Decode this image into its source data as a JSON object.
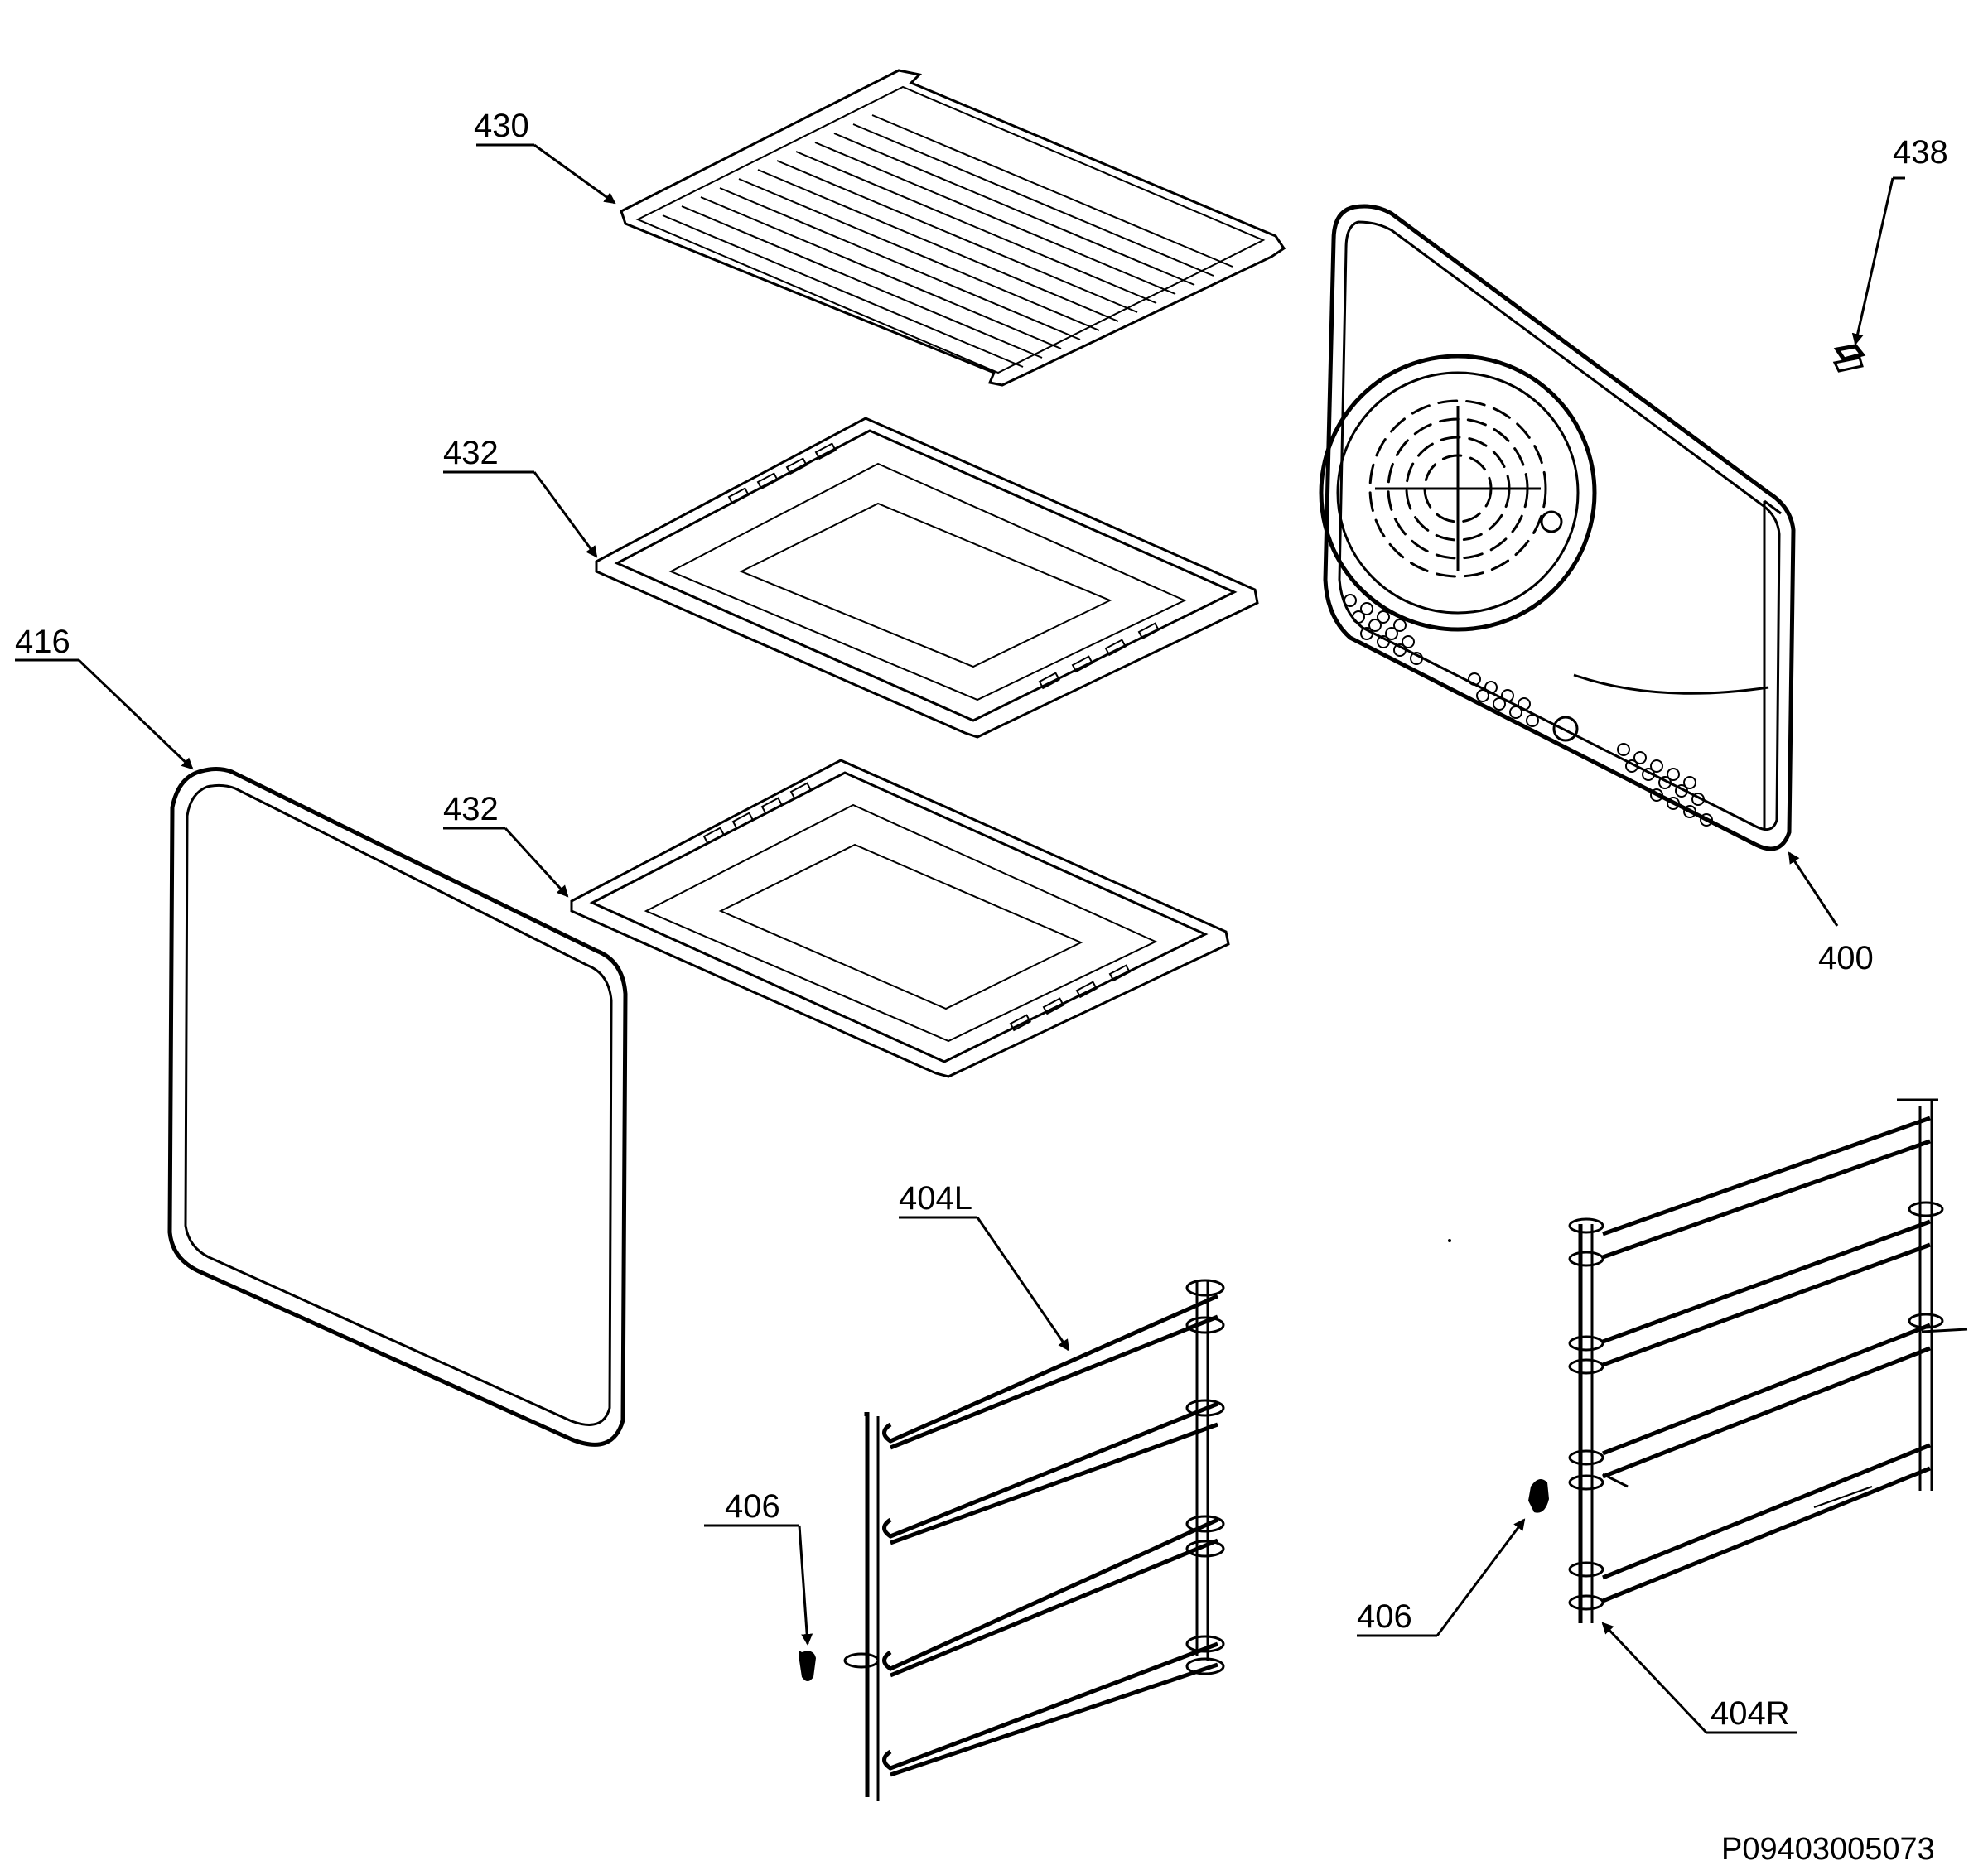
{
  "labels": {
    "l430": "430",
    "l438": "438",
    "l432a": "432",
    "l432b": "432",
    "l416": "416",
    "l400": "400",
    "l404L": "404L",
    "l406a": "406",
    "l406b": "406",
    "l404R": "404R",
    "code": "P09403005073"
  }
}
